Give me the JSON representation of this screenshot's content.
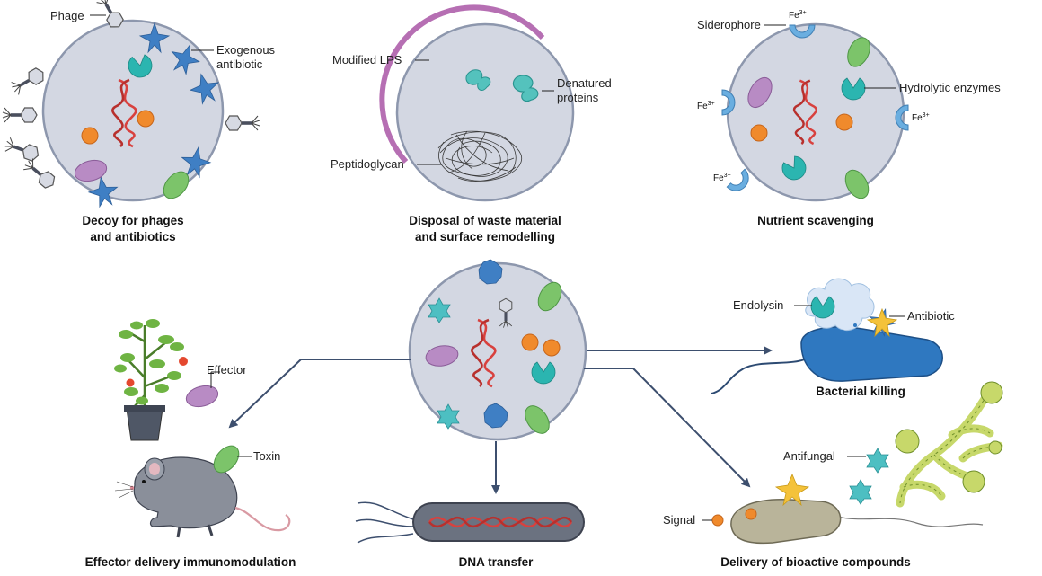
{
  "panels": {
    "decoy": {
      "caption_line1": "Decoy for phages",
      "caption_line2": "and antibiotics",
      "phage_label": "Phage",
      "antibiotic_label_line1": "Exogenous",
      "antibiotic_label_line2": "antibiotic"
    },
    "disposal": {
      "caption_line1": "Disposal of waste material",
      "caption_line2": "and surface remodelling",
      "lps_label": "Modified LPS",
      "proteins_label_line1": "Denatured",
      "proteins_label_line2": "proteins",
      "peptidoglycan_label": "Peptidoglycan"
    },
    "nutrient": {
      "caption": "Nutrient scavenging",
      "siderophore_label": "Siderophore",
      "enzymes_label": "Hydrolytic enzymes",
      "iron_text": "Fe",
      "iron_charge": "3+"
    },
    "effector": {
      "caption": "Effector delivery immunomodulation",
      "effector_label": "Effector",
      "toxin_label": "Toxin"
    },
    "dna": {
      "caption": "DNA transfer"
    },
    "killing": {
      "caption": "Bacterial killing",
      "endolysin_label": "Endolysin",
      "antibiotic_label": "Antibiotic"
    },
    "bioactive": {
      "caption": "Delivery of bioactive compounds",
      "antifungal_label": "Antifungal",
      "signal_label": "Signal"
    }
  },
  "colors": {
    "vesicle_fill": "#d3d7e2",
    "vesicle_stroke": "#8d97ad",
    "orange": "#f08a2c",
    "purple": "#b88bc4",
    "green": "#7cc46a",
    "teal": "#2bb5b0",
    "blue_star": "#3f7fc4",
    "dna_red": "#d8413e",
    "lps_purple": "#b66fb3",
    "arrow": "#3d4f6e"
  },
  "icons": [
    "phage-icon",
    "star-antibiotic-icon",
    "pacman-enzyme-icon",
    "dna-helix-icon",
    "siderophore-icon",
    "plant-icon",
    "mouse-icon",
    "bacterium-icon",
    "fungus-icon"
  ]
}
